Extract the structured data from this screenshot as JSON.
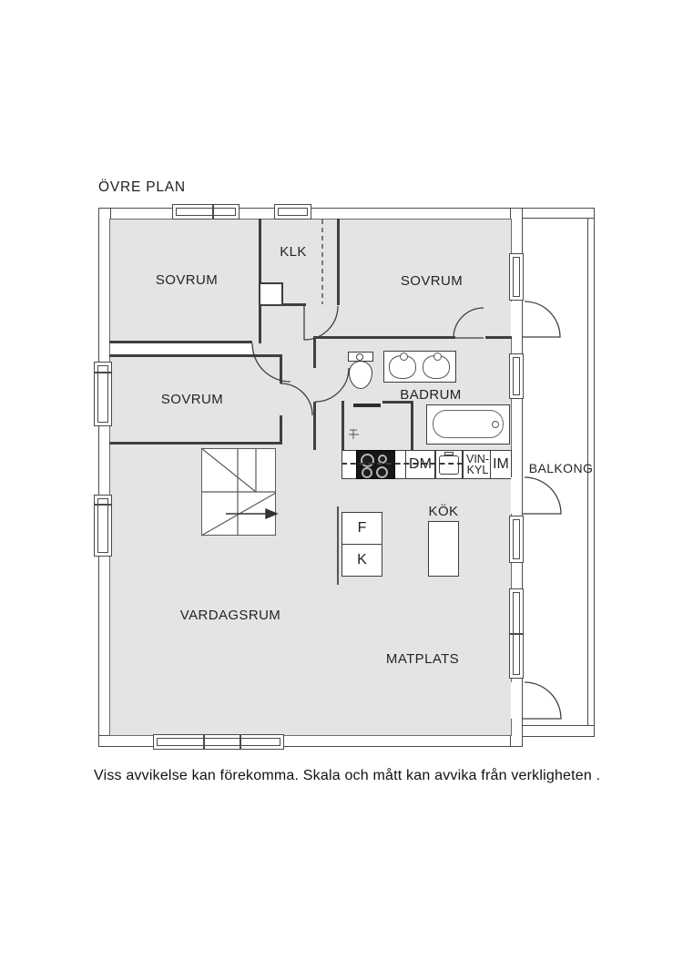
{
  "title": "ÖVRE PLAN",
  "rooms": {
    "sovrum_top_left": "SOVRUM",
    "klk": "KLK",
    "sovrum_top_right": "SOVRUM",
    "sovrum_mid_left": "SOVRUM",
    "badrum": "BADRUM",
    "kok": "KÖK",
    "vardagsrum": "VARDAGSRUM",
    "matplats": "MATPLATS",
    "balkong": "BALKONG"
  },
  "kitchen": {
    "dm": "DM",
    "vin_kyl_line1": "VIN-",
    "vin_kyl_line2": "KYL",
    "im": "IM",
    "f": "F",
    "k": "K"
  },
  "footer": {
    "disclaimer": "Viss avvikelse kan förekomma. Skala och mått kan avvika från verkligheten ."
  },
  "colors": {
    "room_fill": "#e4e4e4",
    "wall": "#3f3f3f",
    "outline": "#4a4a4a"
  }
}
